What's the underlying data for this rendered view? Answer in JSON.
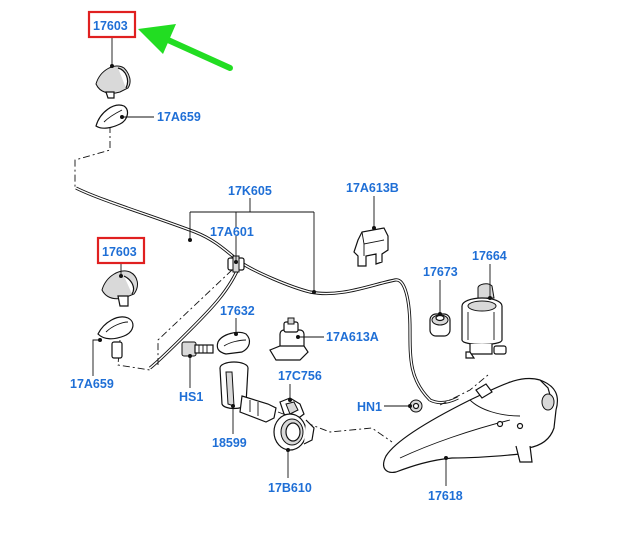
{
  "labels": {
    "nozzle_top": "17603",
    "nozzle_cover_top": "17A659",
    "hose_main": "17K605",
    "connector_main": "17A613B",
    "tee": "17A601",
    "nozzle_left": "17603",
    "pump": "17664",
    "grommet": "17673",
    "connector_small": "17A613A",
    "cap": "17632",
    "nozzle_cover_left": "17A659",
    "bolt": "HS1",
    "filler_clip": "17C756",
    "nut": "HN1",
    "filler_neck": "18599",
    "seal": "17B610",
    "reservoir": "17618"
  },
  "colors": {
    "label": "#1f6fd6",
    "highlight_box": "#e02020",
    "arrow": "#22dd22"
  }
}
